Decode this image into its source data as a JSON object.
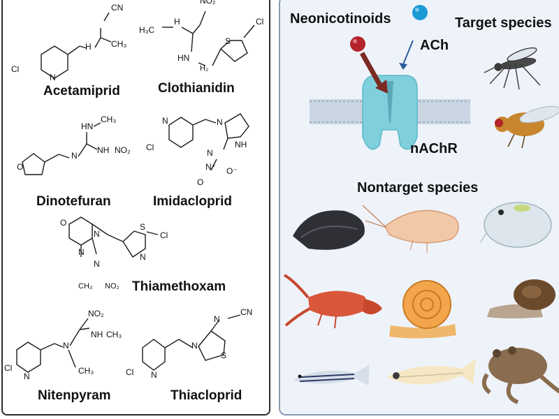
{
  "compounds": {
    "acetamiprid": "Acetamiprid",
    "clothianidin": "Clothianidin",
    "dinotefuran": "Dinotefuran",
    "imidacloprid": "Imidacloprid",
    "thiamethoxam": "Thiamethoxam",
    "nitenpyram": "Nitenpyram",
    "thiacloprid": "Thiacloprid"
  },
  "atoms": {
    "cl": "Cl",
    "n": "N",
    "s": "S",
    "o": "O",
    "nh": "NH",
    "hn": "HN",
    "h": "H",
    "cn": "CN",
    "ch3": "CH₃",
    "h3c": "H₃C",
    "no2": "NO₂",
    "ch2": "H₂",
    "n_plus": "N⁺",
    "o_minus": "O⁻"
  },
  "diagram": {
    "neonicotinoids": "Neonicotinoids",
    "ach": "ACh",
    "receptor": "nAChR",
    "target_species": "Target species",
    "nontarget_species": "Nontarget species"
  },
  "colors": {
    "receptor": "#7fd0dc",
    "membrane": "#b9c7d6",
    "neonicotinoid_ball": "#b3242b",
    "ach_ball": "#1b9ad6",
    "panel_bg": "#eef3f9"
  },
  "icons": [
    "mosquito-icon",
    "fruit-fly-icon",
    "mussel-icon",
    "amphipod-icon",
    "daphnia-icon",
    "crayfish-icon",
    "snail-icon",
    "pond-snail-icon",
    "zebrafish-icon",
    "medaka-icon",
    "frog-icon"
  ]
}
